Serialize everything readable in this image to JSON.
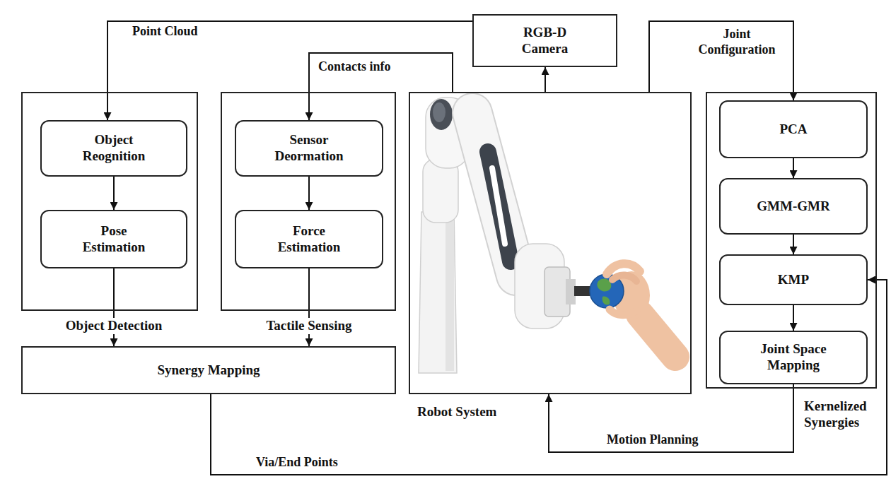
{
  "diagram": {
    "nodes": [
      {
        "text": [
          "RGB-D Camera"
        ]
      },
      {
        "text": [
          "Object Detection"
        ]
      },
      {
        "text": [
          "Object Reognition"
        ],
        "in": 1
      },
      {
        "text": [
          "Pose Estimation"
        ],
        "in": 1
      },
      {
        "text": [
          "Tactile Sensing"
        ]
      },
      {
        "text": [
          "Sensor Deormation"
        ],
        "in": 4
      },
      {
        "text": [
          "Force Estimation"
        ],
        "in": 4
      },
      {
        "text": [
          "Robot System"
        ]
      },
      {
        "text": [
          "Kernelized Synergies"
        ]
      },
      {
        "text": [
          "PCA"
        ],
        "in": 8
      },
      {
        "text": [
          "GMM-GMR"
        ],
        "in": 8
      },
      {
        "text": [
          "KMP"
        ],
        "in": 8
      },
      {
        "text": [
          "Joint Space Mapping"
        ],
        "in": 8
      },
      {
        "text": [
          "Synergy Mapping"
        ]
      }
    ],
    "edges": [
      {
        "from": 7,
        "to": 0,
        "arrow": "to"
      },
      {
        "from": 0,
        "to": 2,
        "label": "Point Cloud",
        "arrow": "to"
      },
      {
        "from": 7,
        "to": 5,
        "label": "Contacts info",
        "arrow": "to"
      },
      {
        "from": 7,
        "to": 9,
        "label": "Joint Configuration",
        "arrow": "to"
      },
      {
        "from": 2,
        "to": 3,
        "arrow": "to"
      },
      {
        "from": 3,
        "to": 13,
        "arrow": "to"
      },
      {
        "from": 5,
        "to": 6,
        "arrow": "to"
      },
      {
        "from": 6,
        "to": 13,
        "arrow": "to"
      },
      {
        "from": 9,
        "to": 10,
        "arrow": "to"
      },
      {
        "from": 10,
        "to": 11,
        "arrow": "to"
      },
      {
        "from": 11,
        "to": 12,
        "arrow": "to"
      },
      {
        "from": 12,
        "to": 7,
        "label": "Motion Planning",
        "arrow": "to"
      },
      {
        "from": 13,
        "to": 11,
        "label": "Via/End Points",
        "arrow": "to"
      }
    ]
  }
}
